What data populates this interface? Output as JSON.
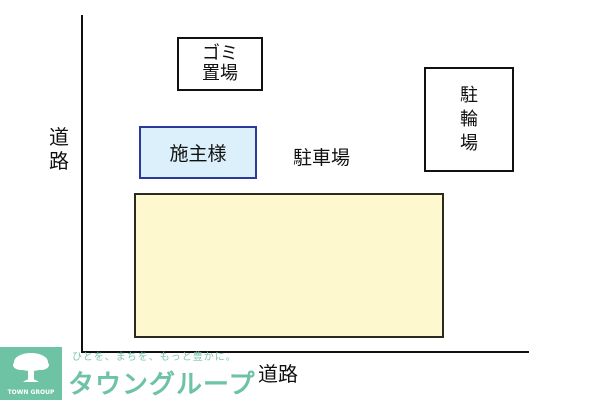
{
  "diagram": {
    "roads": {
      "left_label": "道路",
      "bottom_label": "道路"
    },
    "garbage_area": {
      "line1": "ゴミ",
      "line2": "置場"
    },
    "owner_box": {
      "label": "施主様"
    },
    "parking_label": "駐車場",
    "bicycle_parking": {
      "line1": "駐",
      "line2": "輪",
      "line3": "場"
    },
    "building": {
      "label": ""
    },
    "colors": {
      "owner_fill": "#dcf0fb",
      "owner_border": "#2a3a9a",
      "building_fill": "#fef8ce",
      "brand_green": "#6dc3a3"
    }
  },
  "branding": {
    "logo_text": "TOWN GROUP",
    "tagline": "ひとを、まちを、もっと豊かに。",
    "brand_name": "タウングループ"
  }
}
